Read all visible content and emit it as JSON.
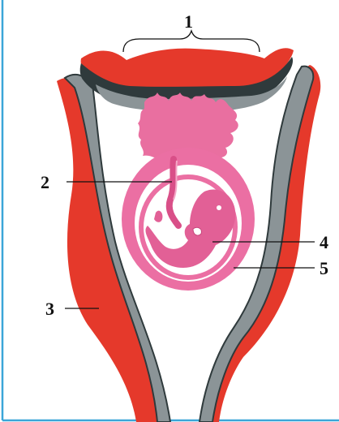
{
  "diagram": {
    "labels": {
      "label_1": "1",
      "label_2": "2",
      "label_3": "3",
      "label_4": "4",
      "label_5": "5"
    },
    "colors": {
      "frame_border": "#3aa6d8",
      "uterine_wall": "#e5392b",
      "uterine_lining_gray": "#8b9497",
      "lining_dark": "#2f3a3c",
      "placenta_pink": "#e96fa0",
      "amnion_pink": "#eb6fa3",
      "embryo_pink": "#e26096",
      "cavity_white": "#ffffff"
    }
  }
}
